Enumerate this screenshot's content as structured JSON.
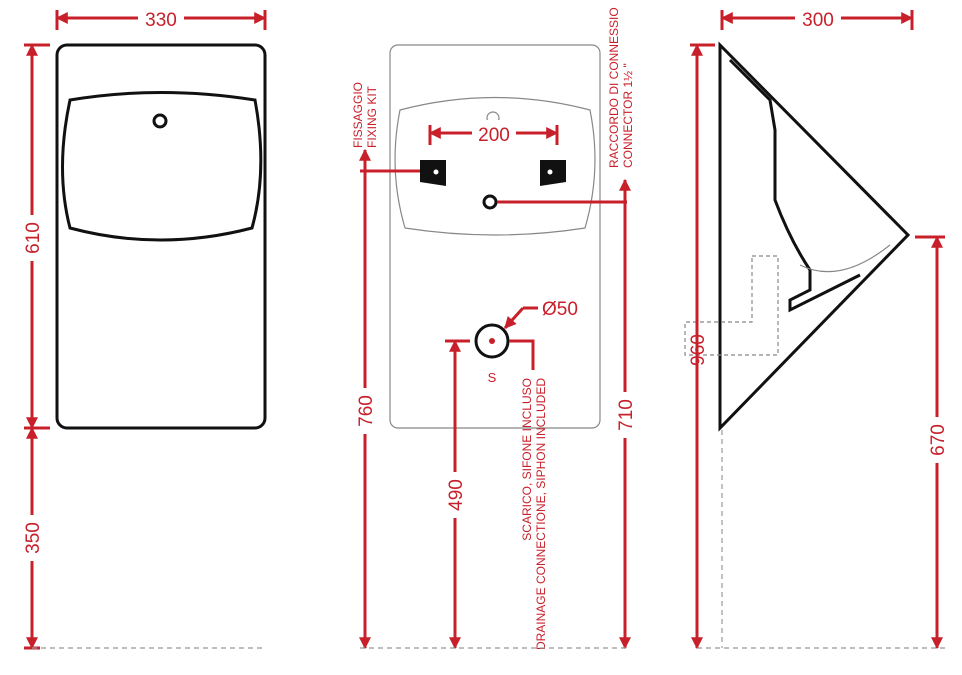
{
  "front_view": {
    "width_dim": "330",
    "upper_height_dim": "610",
    "lower_height_dim": "350"
  },
  "back_view": {
    "fixing_spacing_dim": "200",
    "fixing_note_it": "FISSAGGIO",
    "fixing_note_en": "FIXING KIT",
    "connector_note_it": "RACCORDO DI CONNESSIO",
    "connector_note_en": "CONNECTOR 1½ \"",
    "drain_diameter": "Ø50",
    "drain_label": "S",
    "drain_note_it": "SCARICO, SIFONE INCLUSO",
    "drain_note_en": "DRAINAGE CONNECTIONE, SIPHON INCLUDED",
    "fixing_height_dim": "760",
    "drain_height_dim": "490",
    "connector_height_dim": "710"
  },
  "side_view": {
    "depth_dim": "300",
    "total_height_dim": "960",
    "lip_height_dim": "670"
  },
  "colors": {
    "dimension": "#c8202a",
    "outline": "#111111"
  }
}
